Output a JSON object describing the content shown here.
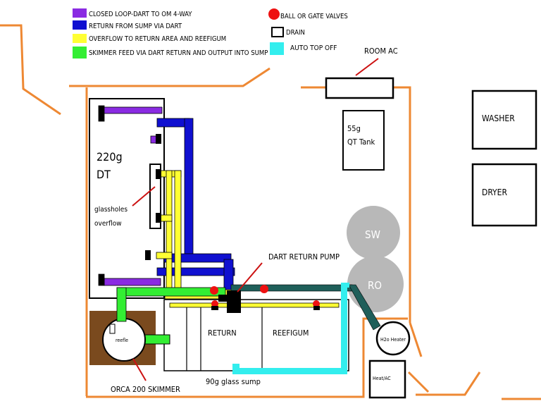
{
  "legend": {
    "purple": {
      "color": "#8a2be2",
      "label": "CLOSED LOOP-DART TO OM 4-WAY"
    },
    "blue": {
      "color": "#1010d0",
      "label": "RETURN FROM SUMP VIA DART"
    },
    "yellow": {
      "color": "#ffff33",
      "label": "OVERFLOW TO RETURN AREA AND REEFIGUM"
    },
    "green": {
      "color": "#33ee33",
      "label": "SKIMMER FEED VIA DART RETURN AND OUTPUT INTO SUMP"
    },
    "valves": {
      "color": "#ee1111",
      "label": "BALL OR GATE VALVES"
    },
    "drain": {
      "label": "DRAIN"
    },
    "ato": {
      "color": "#33eeee",
      "label": "AUTO TOP OFF"
    }
  },
  "labels": {
    "room_ac": "ROOM AC",
    "washer": "WASHER",
    "dryer": "DRYER",
    "dt_size": "220g",
    "dt_name": "DT",
    "glassholes_1": "glassholes",
    "glassholes_2": "overflow",
    "qt_size": "55g",
    "qt_name": "QT Tank",
    "sw": "SW",
    "ro": "RO",
    "dart_pump": "DART RETURN PUMP",
    "return": "RETURN",
    "reefigum": "REEFIGUM",
    "sump": "90g glass sump",
    "reefle": "reefle",
    "skimmer": "ORCA 200 SKIMMER",
    "heater": "H2o Heater",
    "heat_ac": "Heat/AC"
  },
  "colors": {
    "wall": "#ee8833",
    "teal_pipe": "#1f5f5a",
    "skimmer_box": "#7a4a1e"
  }
}
